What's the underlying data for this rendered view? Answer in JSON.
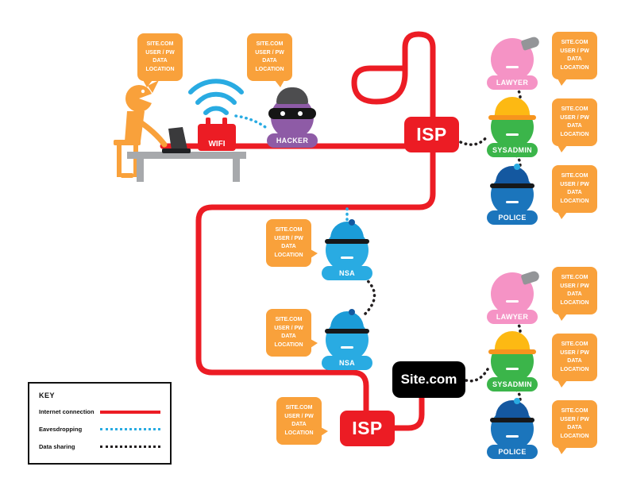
{
  "bubble": {
    "line1": "SITE.COM",
    "line2": "USER / PW",
    "line3": "DATA",
    "line4": "LOCATION"
  },
  "labels": {
    "wifi": "WIFI",
    "hacker": "HACKER",
    "isp_top": "ISP",
    "isp_bottom": "ISP",
    "nsa_top": "NSA",
    "nsa_bottom": "NSA",
    "site": "Site.com",
    "lawyer_top": "LAWYER",
    "sysadmin_top": "SYSADMIN",
    "police_top": "POLICE",
    "lawyer_bottom": "LAWYER",
    "sysadmin_bottom": "SYSADMIN",
    "police_bottom": "POLICE"
  },
  "key": {
    "title": "KEY",
    "items": [
      {
        "label": "Internet connection",
        "line_style": "solid",
        "color": "#EC1C24"
      },
      {
        "label": "Eavesdropping",
        "line_style": "dotted",
        "color": "#29ABE2"
      },
      {
        "label": "Data sharing",
        "line_style": "dotted",
        "color": "#231F20"
      }
    ]
  },
  "colors": {
    "connection_red": "#EC1C24",
    "eavesdrop_cyan": "#29ABE2",
    "share_black": "#231F20",
    "bubble_orange": "#F9A13B",
    "hacker_purple": "#8E5BA6",
    "lawyer_pink": "#F593C5",
    "sysadmin_green": "#3BB54A",
    "police_blue": "#1B75BC",
    "nsa_cyan": "#29ABE2",
    "site_black": "#000000"
  }
}
